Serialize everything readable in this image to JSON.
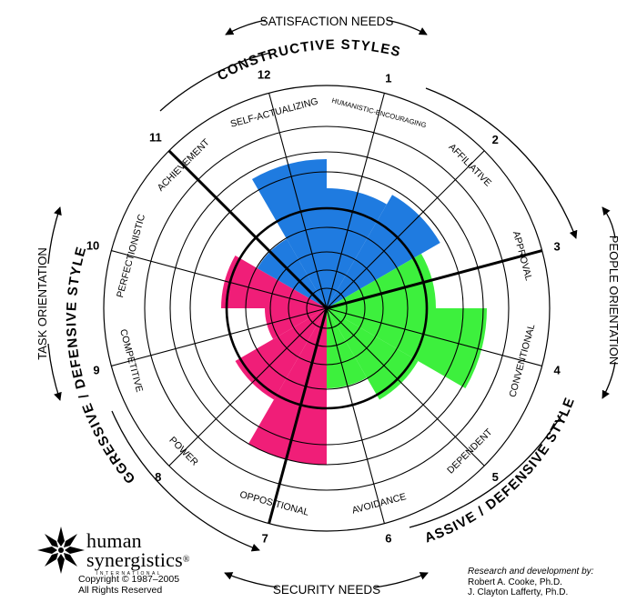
{
  "header": {
    "top_label": "SATISFACTION NEEDS",
    "bottom_label": "SECURITY NEEDS"
  },
  "sides": {
    "left_label": "TASK ORIENTATION",
    "right_label": "PEOPLE ORIENTATION"
  },
  "clusters": {
    "constructive": "CONSTRUCTIVE STYLES",
    "passive": "PASSIVE / DEFENSIVE STYLES",
    "aggressive": "AGGRESSIVE / DEFENSIVE STYLES"
  },
  "colors": {
    "constructive": "#1f7be0",
    "passive": "#3df03d",
    "aggressive": "#f01e78",
    "lines": "#000000",
    "background": "#ffffff"
  },
  "styles": [
    {
      "number": "1",
      "name": "HUMANISTIC-ENCOURAGING",
      "cluster": "constructive",
      "fill_level": 0.66
    },
    {
      "number": "2",
      "name": "AFFILIATIVE",
      "cluster": "constructive",
      "fill_level": 0.72
    },
    {
      "number": "3",
      "name": "APPROVAL",
      "cluster": "passive",
      "fill_level": 0.6
    },
    {
      "number": "4",
      "name": "CONVENTIONAL",
      "cluster": "passive",
      "fill_level": 0.88
    },
    {
      "number": "5",
      "name": "DEPENDENT",
      "cluster": "passive",
      "fill_level": 0.58
    },
    {
      "number": "6",
      "name": "AVOIDANCE",
      "cluster": "passive",
      "fill_level": 0.44
    },
    {
      "number": "7",
      "name": "OPPOSITIONAL",
      "cluster": "aggressive",
      "fill_level": 0.86
    },
    {
      "number": "8",
      "name": "POWER",
      "cluster": "aggressive",
      "fill_level": 0.58
    },
    {
      "number": "9",
      "name": "COMPETITIVE",
      "cluster": "aggressive",
      "fill_level": 0.34
    },
    {
      "number": "10",
      "name": "PERFECTIONISTIC",
      "cluster": "aggressive",
      "fill_level": 0.58
    },
    {
      "number": "11",
      "name": "ACHIEVEMENT",
      "cluster": "constructive",
      "fill_level": 0.44
    },
    {
      "number": "12",
      "name": "SELF-ACTUALIZING",
      "cluster": "constructive",
      "fill_level": 0.82
    }
  ],
  "logo": {
    "name_line1": "human",
    "name_line2": "synergistics",
    "registered_mark": "®",
    "tagline": "INTERNATIONAL"
  },
  "copyright": {
    "line1": "Copyright © 1987–2005",
    "line2": "All Rights Reserved"
  },
  "credits": {
    "caption": "Research and development by:",
    "person1": "Robert  A. Cooke, Ph.D.",
    "person2": "J. Clayton Lafferty, Ph.D."
  }
}
